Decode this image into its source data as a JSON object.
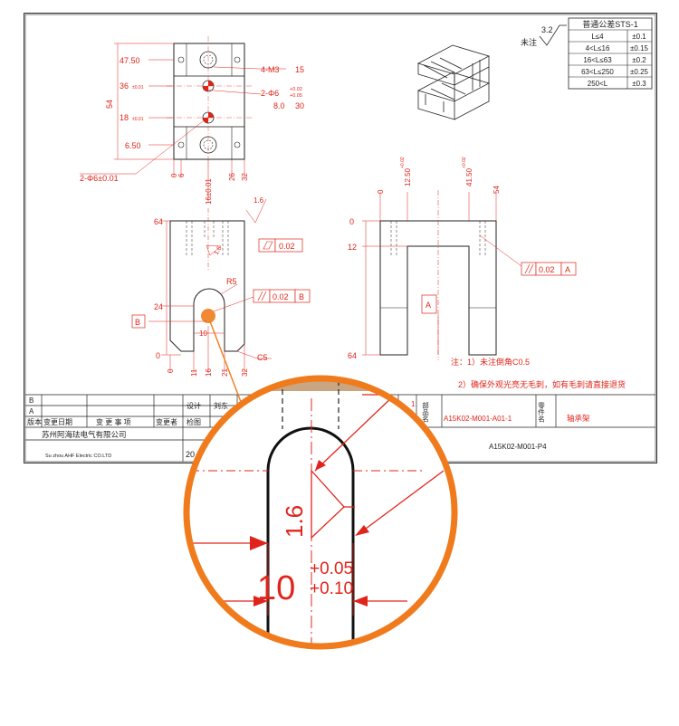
{
  "tolerance_table": {
    "title": "普通公差STS-1",
    "rows": [
      {
        "range": "L≤4",
        "tol": "±0.1"
      },
      {
        "range": "4<L≤16",
        "tol": "±0.15"
      },
      {
        "range": "16<L≤63",
        "tol": "±0.2"
      },
      {
        "range": "63<L≤250",
        "tol": "±0.25"
      },
      {
        "range": "250<L",
        "tol": "±0.3"
      }
    ],
    "roughness_value": "3.2",
    "roughness_note": "未注"
  },
  "top_view": {
    "dims_left": [
      "47.50",
      "36",
      "18",
      "6.50",
      "54"
    ],
    "dims_left_tol": [
      "±0.01",
      "±0.01"
    ],
    "dims_bottom": [
      "0",
      "6",
      "26",
      "32"
    ],
    "dim_bottom_center": "16±0.01",
    "note_thread": "4-M3",
    "note_thread_depth": "15",
    "note_hole": "2-Φ6",
    "note_hole_tol_upper": "+0.02",
    "note_hole_tol_lower": "+0.05",
    "note_hole_depth": "8.0",
    "note_hole_depth2": "30",
    "note_pin": "2-Φ6±0.01"
  },
  "front_view": {
    "dim_top": "64",
    "dim_24": "24",
    "dim_0": "0",
    "r5": "R5",
    "flatness": "0.02",
    "parallel": "0.02",
    "parallel_ref": "B",
    "datum_b": "B",
    "roughness": "1.6",
    "chamfer": "C5",
    "dims_bottom": [
      "0",
      "11",
      "16",
      "21",
      "32"
    ],
    "slot": "10"
  },
  "side_view": {
    "dims_top": [
      "0",
      "12.50",
      "41.50",
      "54"
    ],
    "dims_top_tol": [
      "+0.02",
      "+0.02"
    ],
    "dim_64": "64",
    "dim_12": "12",
    "dim_0": "0",
    "parallel": "0.02",
    "parallel_ref": "A",
    "datum_a": "A"
  },
  "notes": {
    "note1": "注：1）未注倒角C0.5",
    "note2": "2）确保外观光亮无毛刺，如有毛刺请直接退货"
  },
  "title_block": {
    "rev_b": "B",
    "rev_a": "A",
    "header_version": "版本",
    "header_date": "变更日期",
    "header_items": "变 更 事 项",
    "header_changer": "变更者",
    "header_check": "检图",
    "design_label": "设计",
    "designer": "刘东",
    "company": "苏州阿海珐电气有限公司",
    "company_en": "Su zhou AHF Electric CO.LTD",
    "year": "20",
    "qty": "1",
    "part_no_label": "部品名",
    "part_no": "A15K02-M001-A01-1",
    "part_name_label": "零件名",
    "part_name": "轴承架",
    "drawing_no": "A15K02-M001-P4"
  },
  "zoom": {
    "roughness": "1.6",
    "slot_width": "10",
    "tol_upper": "+0.05",
    "tol_lower": "+0.10"
  },
  "colors": {
    "red": "#e0241b",
    "orange": "#f07b1d",
    "line": "#222222"
  }
}
